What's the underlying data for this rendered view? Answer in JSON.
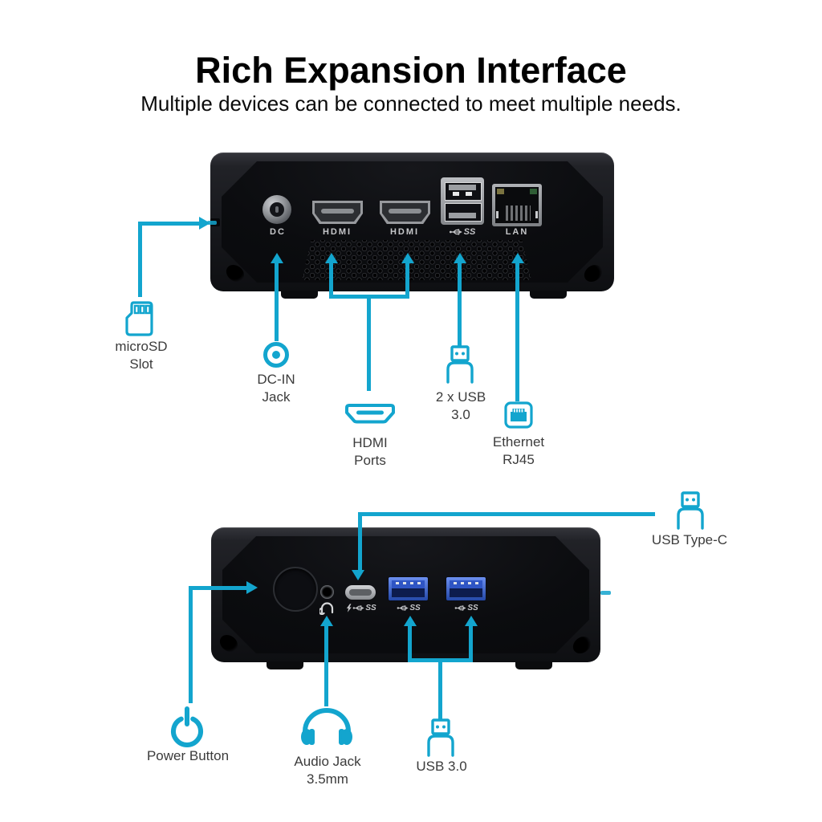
{
  "colors": {
    "accent": "#13A5CE",
    "label_text": "#3B3B3B",
    "device_label": "#C6C7CA"
  },
  "header": {
    "title": "Rich Expansion Interface",
    "subtitle": "Multiple devices can be connected to meet multiple needs."
  },
  "rear_device": {
    "labels": {
      "dc": "DC",
      "hdmi_1": "HDMI",
      "hdmi_2": "HDMI",
      "usb_ss": "SS",
      "lan": "LAN"
    }
  },
  "front_device": {
    "labels": {
      "usb_c_ss": "SS",
      "usb_a1_ss": "SS",
      "usb_a2_ss": "SS"
    }
  },
  "callouts": {
    "microsd": {
      "line1": "microSD",
      "line2": "Slot"
    },
    "dc_in": {
      "line1": "DC-IN",
      "line2": "Jack"
    },
    "hdmi": {
      "line1": "HDMI",
      "line2": "Ports"
    },
    "usb3_rear": {
      "line1": "2 x USB",
      "line2": "3.0"
    },
    "ethernet": {
      "line1": "Ethernet",
      "line2": "RJ45"
    },
    "usb_type_c": {
      "label": "USB Type-C"
    },
    "power": {
      "label": "Power Button"
    },
    "audio": {
      "line1": "Audio Jack",
      "line2": "3.5mm"
    },
    "usb3_front": {
      "label": "USB 3.0"
    }
  }
}
